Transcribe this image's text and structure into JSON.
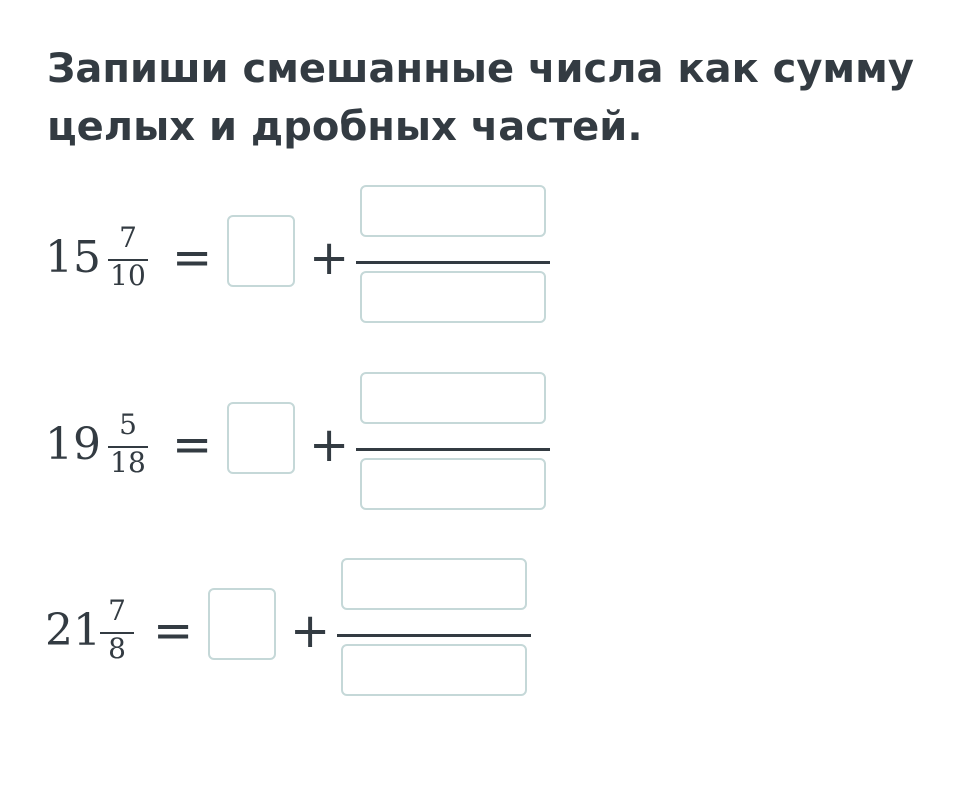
{
  "task": {
    "title": "Запиши смешанные числа как сумму целых и дробных частей."
  },
  "equations": [
    {
      "whole": "15",
      "numerator": "7",
      "denominator": "10",
      "equals": "=",
      "plus": "+"
    },
    {
      "whole": "19",
      "numerator": "5",
      "denominator": "18",
      "equals": "=",
      "plus": "+"
    },
    {
      "whole": "21",
      "numerator": "7",
      "denominator": "8",
      "equals": "=",
      "plus": "+"
    }
  ],
  "colors": {
    "text": "#333b42",
    "input_border": "#c5d8d8"
  }
}
